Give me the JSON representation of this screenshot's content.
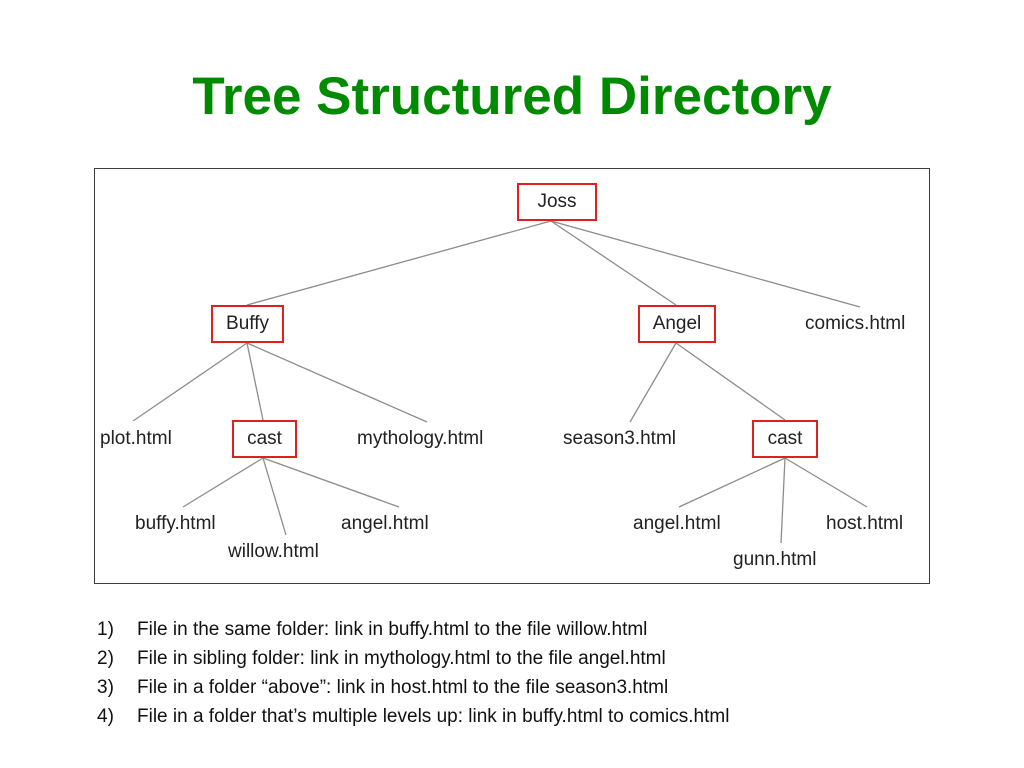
{
  "title": "Tree Structured Directory",
  "tree": {
    "folders": {
      "joss": "Joss",
      "buffy": "Buffy",
      "angel": "Angel",
      "buffy_cast": "cast",
      "angel_cast": "cast"
    },
    "files": {
      "comics": "comics.html",
      "plot": "plot.html",
      "mythology": "mythology.html",
      "season3": "season3.html",
      "buffy_cast_buffy": "buffy.html",
      "buffy_cast_willow": "willow.html",
      "buffy_cast_angel": "angel.html",
      "angel_cast_angel": "angel.html",
      "angel_cast_gunn": "gunn.html",
      "angel_cast_host": "host.html"
    },
    "colors": {
      "folder_border": "#e02020",
      "connector": "#8c8c8c",
      "title": "#008a00"
    }
  },
  "notes": [
    {
      "num": "1)",
      "text": "File in the same folder: link in buffy.html to the file willow.html"
    },
    {
      "num": "2)",
      "text": "File in sibling folder: link in mythology.html to the file angel.html"
    },
    {
      "num": "3)",
      "text": "File in a folder “above”: link in host.html to the file season3.html"
    },
    {
      "num": "4)",
      "text": "File in a folder that’s multiple levels up: link in buffy.html to comics.html"
    }
  ]
}
